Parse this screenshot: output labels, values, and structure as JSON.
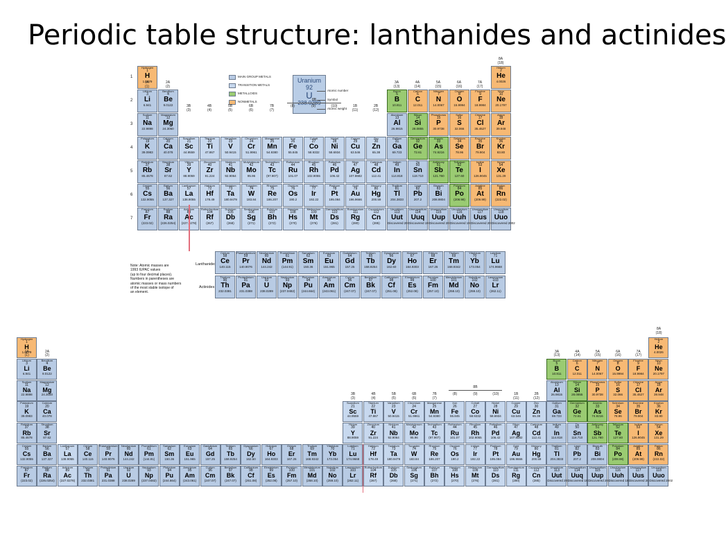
{
  "slide": {
    "title": "Periodic table structure: lanthanides and actinides"
  },
  "colors": {
    "main_group": "#b8cbe4",
    "transition": "#c7d8ee",
    "metalloid": "#9acb72",
    "nonmetal": "#f7b974",
    "f_block": "#b8cbe4"
  },
  "table1": {
    "legend": [
      {
        "label": "MAIN GROUP METALS",
        "category": "main_group"
      },
      {
        "label": "TRANSITION METALS",
        "category": "transition"
      },
      {
        "label": "METALLOIDS",
        "category": "metalloid"
      },
      {
        "label": "NONMETALS",
        "category": "nonmetal"
      }
    ],
    "key": {
      "name": "Uranium",
      "number": "92",
      "symbol": "U",
      "mass": "238.0289",
      "number_label": "Atomic number",
      "symbol_label": "Symbol",
      "mass_label": "Atomic weight"
    },
    "note": "Note: Atomic masses are\n1993 IUPAC values\n(up to four decimal places).\nNumbers in parentheses are\natomic masses or mass numbers\nof the most stable isotope of\nan element.",
    "lanthanides_label": "Lanthanides",
    "actinides_label": "Actinides"
  },
  "periods": [
    "1",
    "2",
    "3",
    "4",
    "5",
    "6",
    "7"
  ],
  "group_headers": {
    "1": "1A\n(1)",
    "2": "2A\n(2)",
    "3": "3B\n(3)",
    "4": "4B\n(4)",
    "5": "5B\n(5)",
    "6": "6B\n(6)",
    "7": "7B\n(7)",
    "8": "(8)",
    "9": "(9)",
    "10": "(10)",
    "11": "1B\n(11)",
    "12": "2B\n(12)",
    "13": "3A\n(13)",
    "14": "4A\n(14)",
    "15": "5A\n(15)",
    "16": "6A\n(16)",
    "17": "7A\n(17)",
    "18": "8A\n(18)",
    "8B": "8B"
  },
  "elements": [
    {
      "p": 1,
      "g": 1,
      "z": "1",
      "s": "H",
      "n": "Hydrogen",
      "m": "1.0079",
      "c": "nonmetal"
    },
    {
      "p": 1,
      "g": 18,
      "z": "2",
      "s": "He",
      "n": "Helium",
      "m": "4.0026",
      "c": "nonmetal"
    },
    {
      "p": 2,
      "g": 1,
      "z": "3",
      "s": "Li",
      "n": "Lithium",
      "m": "6.941",
      "c": "main_group"
    },
    {
      "p": 2,
      "g": 2,
      "z": "4",
      "s": "Be",
      "n": "Beryllium",
      "m": "9.0122",
      "c": "main_group"
    },
    {
      "p": 2,
      "g": 13,
      "z": "5",
      "s": "B",
      "n": "Boron",
      "m": "10.811",
      "c": "metalloid"
    },
    {
      "p": 2,
      "g": 14,
      "z": "6",
      "s": "C",
      "n": "Carbon",
      "m": "12.011",
      "c": "nonmetal"
    },
    {
      "p": 2,
      "g": 15,
      "z": "7",
      "s": "N",
      "n": "Nitrogen",
      "m": "14.0067",
      "c": "nonmetal"
    },
    {
      "p": 2,
      "g": 16,
      "z": "8",
      "s": "O",
      "n": "Oxygen",
      "m": "15.9994",
      "c": "nonmetal"
    },
    {
      "p": 2,
      "g": 17,
      "z": "9",
      "s": "F",
      "n": "Fluorine",
      "m": "18.9984",
      "c": "nonmetal"
    },
    {
      "p": 2,
      "g": 18,
      "z": "10",
      "s": "Ne",
      "n": "Neon",
      "m": "20.1797",
      "c": "nonmetal"
    },
    {
      "p": 3,
      "g": 1,
      "z": "11",
      "s": "Na",
      "n": "Sodium",
      "m": "22.9898",
      "c": "main_group"
    },
    {
      "p": 3,
      "g": 2,
      "z": "12",
      "s": "Mg",
      "n": "Magnesium",
      "m": "24.3050",
      "c": "main_group"
    },
    {
      "p": 3,
      "g": 13,
      "z": "13",
      "s": "Al",
      "n": "Aluminum",
      "m": "26.9815",
      "c": "main_group"
    },
    {
      "p": 3,
      "g": 14,
      "z": "14",
      "s": "Si",
      "n": "Silicon",
      "m": "28.0855",
      "c": "metalloid"
    },
    {
      "p": 3,
      "g": 15,
      "z": "15",
      "s": "P",
      "n": "Phosphorus",
      "m": "30.9738",
      "c": "nonmetal"
    },
    {
      "p": 3,
      "g": 16,
      "z": "16",
      "s": "S",
      "n": "Sulfur",
      "m": "32.066",
      "c": "nonmetal"
    },
    {
      "p": 3,
      "g": 17,
      "z": "17",
      "s": "Cl",
      "n": "Chlorine",
      "m": "35.4527",
      "c": "nonmetal"
    },
    {
      "p": 3,
      "g": 18,
      "z": "18",
      "s": "Ar",
      "n": "Argon",
      "m": "39.948",
      "c": "nonmetal"
    },
    {
      "p": 4,
      "g": 1,
      "z": "19",
      "s": "K",
      "n": "Potassium",
      "m": "39.0983",
      "c": "main_group"
    },
    {
      "p": 4,
      "g": 2,
      "z": "20",
      "s": "Ca",
      "n": "Calcium",
      "m": "40.078",
      "c": "main_group"
    },
    {
      "p": 4,
      "g": 3,
      "z": "21",
      "s": "Sc",
      "n": "Scandium",
      "m": "44.9559",
      "c": "transition"
    },
    {
      "p": 4,
      "g": 4,
      "z": "22",
      "s": "Ti",
      "n": "Titanium",
      "m": "47.867",
      "c": "transition"
    },
    {
      "p": 4,
      "g": 5,
      "z": "23",
      "s": "V",
      "n": "Vanadium",
      "m": "50.9415",
      "c": "transition"
    },
    {
      "p": 4,
      "g": 6,
      "z": "24",
      "s": "Cr",
      "n": "Chromium",
      "m": "51.9961",
      "c": "transition"
    },
    {
      "p": 4,
      "g": 7,
      "z": "25",
      "s": "Mn",
      "n": "Manganese",
      "m": "54.9380",
      "c": "transition"
    },
    {
      "p": 4,
      "g": 8,
      "z": "26",
      "s": "Fe",
      "n": "Iron",
      "m": "55.845",
      "c": "transition"
    },
    {
      "p": 4,
      "g": 9,
      "z": "27",
      "s": "Co",
      "n": "Cobalt",
      "m": "58.9332",
      "c": "transition"
    },
    {
      "p": 4,
      "g": 10,
      "z": "28",
      "s": "Ni",
      "n": "Nickel",
      "m": "58.6934",
      "c": "transition"
    },
    {
      "p": 4,
      "g": 11,
      "z": "29",
      "s": "Cu",
      "n": "Copper",
      "m": "63.546",
      "c": "transition"
    },
    {
      "p": 4,
      "g": 12,
      "z": "30",
      "s": "Zn",
      "n": "Zinc",
      "m": "65.38",
      "c": "transition"
    },
    {
      "p": 4,
      "g": 13,
      "z": "31",
      "s": "Ga",
      "n": "Gallium",
      "m": "69.723",
      "c": "main_group"
    },
    {
      "p": 4,
      "g": 14,
      "z": "32",
      "s": "Ge",
      "n": "Germanium",
      "m": "72.61",
      "c": "metalloid"
    },
    {
      "p": 4,
      "g": 15,
      "z": "33",
      "s": "As",
      "n": "Arsenic",
      "m": "74.9216",
      "c": "metalloid"
    },
    {
      "p": 4,
      "g": 16,
      "z": "34",
      "s": "Se",
      "n": "Selenium",
      "m": "78.96",
      "c": "nonmetal"
    },
    {
      "p": 4,
      "g": 17,
      "z": "35",
      "s": "Br",
      "n": "Bromine",
      "m": "79.904",
      "c": "nonmetal"
    },
    {
      "p": 4,
      "g": 18,
      "z": "36",
      "s": "Kr",
      "n": "Krypton",
      "m": "83.80",
      "c": "nonmetal"
    },
    {
      "p": 5,
      "g": 1,
      "z": "37",
      "s": "Rb",
      "n": "Rubidium",
      "m": "85.4678",
      "c": "main_group"
    },
    {
      "p": 5,
      "g": 2,
      "z": "38",
      "s": "Sr",
      "n": "Strontium",
      "m": "87.62",
      "c": "main_group"
    },
    {
      "p": 5,
      "g": 3,
      "z": "39",
      "s": "Y",
      "n": "Yttrium",
      "m": "88.9059",
      "c": "transition"
    },
    {
      "p": 5,
      "g": 4,
      "z": "40",
      "s": "Zr",
      "n": "Zirconium",
      "m": "91.224",
      "c": "transition"
    },
    {
      "p": 5,
      "g": 5,
      "z": "41",
      "s": "Nb",
      "n": "Niobium",
      "m": "92.9064",
      "c": "transition"
    },
    {
      "p": 5,
      "g": 6,
      "z": "42",
      "s": "Mo",
      "n": "Molybdenum",
      "m": "95.96",
      "c": "transition"
    },
    {
      "p": 5,
      "g": 7,
      "z": "43",
      "s": "Tc",
      "n": "Technetium",
      "m": "(97.907)",
      "c": "transition"
    },
    {
      "p": 5,
      "g": 8,
      "z": "44",
      "s": "Ru",
      "n": "Ruthenium",
      "m": "101.07",
      "c": "transition"
    },
    {
      "p": 5,
      "g": 9,
      "z": "45",
      "s": "Rh",
      "n": "Rhodium",
      "m": "102.9055",
      "c": "transition"
    },
    {
      "p": 5,
      "g": 10,
      "z": "46",
      "s": "Pd",
      "n": "Palladium",
      "m": "106.42",
      "c": "transition"
    },
    {
      "p": 5,
      "g": 11,
      "z": "47",
      "s": "Ag",
      "n": "Silver",
      "m": "107.8682",
      "c": "transition"
    },
    {
      "p": 5,
      "g": 12,
      "z": "48",
      "s": "Cd",
      "n": "Cadmium",
      "m": "112.41",
      "c": "transition"
    },
    {
      "p": 5,
      "g": 13,
      "z": "49",
      "s": "In",
      "n": "Indium",
      "m": "114.818",
      "c": "main_group"
    },
    {
      "p": 5,
      "g": 14,
      "z": "50",
      "s": "Sn",
      "n": "Tin",
      "m": "118.710",
      "c": "main_group"
    },
    {
      "p": 5,
      "g": 15,
      "z": "51",
      "s": "Sb",
      "n": "Antimony",
      "m": "121.760",
      "c": "metalloid"
    },
    {
      "p": 5,
      "g": 16,
      "z": "52",
      "s": "Te",
      "n": "Tellurium",
      "m": "127.60",
      "c": "metalloid"
    },
    {
      "p": 5,
      "g": 17,
      "z": "53",
      "s": "I",
      "n": "Iodine",
      "m": "126.9045",
      "c": "nonmetal"
    },
    {
      "p": 5,
      "g": 18,
      "z": "54",
      "s": "Xe",
      "n": "Xenon",
      "m": "131.29",
      "c": "nonmetal"
    },
    {
      "p": 6,
      "g": 1,
      "z": "55",
      "s": "Cs",
      "n": "Cesium",
      "m": "132.9055",
      "c": "main_group"
    },
    {
      "p": 6,
      "g": 2,
      "z": "56",
      "s": "Ba",
      "n": "Barium",
      "m": "137.327",
      "c": "main_group"
    },
    {
      "p": 6,
      "g": 3,
      "z": "57",
      "s": "La",
      "n": "Lanthanum",
      "m": "138.9055",
      "c": "transition"
    },
    {
      "p": 6,
      "g": 4,
      "z": "72",
      "s": "Hf",
      "n": "Hafnium",
      "m": "178.49",
      "c": "transition"
    },
    {
      "p": 6,
      "g": 5,
      "z": "73",
      "s": "Ta",
      "n": "Tantalum",
      "m": "180.9479",
      "c": "transition"
    },
    {
      "p": 6,
      "g": 6,
      "z": "74",
      "s": "W",
      "n": "Tungsten",
      "m": "183.84",
      "c": "transition"
    },
    {
      "p": 6,
      "g": 7,
      "z": "75",
      "s": "Re",
      "n": "Rhenium",
      "m": "186.207",
      "c": "transition"
    },
    {
      "p": 6,
      "g": 8,
      "z": "76",
      "s": "Os",
      "n": "Osmium",
      "m": "190.2",
      "c": "transition"
    },
    {
      "p": 6,
      "g": 9,
      "z": "77",
      "s": "Ir",
      "n": "Iridium",
      "m": "192.22",
      "c": "transition"
    },
    {
      "p": 6,
      "g": 10,
      "z": "78",
      "s": "Pt",
      "n": "Platinum",
      "m": "195.084",
      "c": "transition"
    },
    {
      "p": 6,
      "g": 11,
      "z": "79",
      "s": "Au",
      "n": "Gold",
      "m": "196.9666",
      "c": "transition"
    },
    {
      "p": 6,
      "g": 12,
      "z": "80",
      "s": "Hg",
      "n": "Mercury",
      "m": "200.59",
      "c": "transition"
    },
    {
      "p": 6,
      "g": 13,
      "z": "81",
      "s": "Tl",
      "n": "Thallium",
      "m": "204.3833",
      "c": "main_group"
    },
    {
      "p": 6,
      "g": 14,
      "z": "82",
      "s": "Pb",
      "n": "Lead",
      "m": "207.2",
      "c": "main_group"
    },
    {
      "p": 6,
      "g": 15,
      "z": "83",
      "s": "Bi",
      "n": "Bismuth",
      "m": "208.9804",
      "c": "main_group"
    },
    {
      "p": 6,
      "g": 16,
      "z": "84",
      "s": "Po",
      "n": "Polonium",
      "m": "(208.98)",
      "c": "metalloid"
    },
    {
      "p": 6,
      "g": 17,
      "z": "85",
      "s": "At",
      "n": "Astatine",
      "m": "(209.99)",
      "c": "nonmetal"
    },
    {
      "p": 6,
      "g": 18,
      "z": "86",
      "s": "Rn",
      "n": "Radon",
      "m": "(222.02)",
      "c": "nonmetal"
    },
    {
      "p": 7,
      "g": 1,
      "z": "87",
      "s": "Fr",
      "n": "Francium",
      "m": "(223.02)",
      "c": "main_group"
    },
    {
      "p": 7,
      "g": 2,
      "z": "88",
      "s": "Ra",
      "n": "Radium",
      "m": "(226.0254)",
      "c": "main_group"
    },
    {
      "p": 7,
      "g": 3,
      "z": "89",
      "s": "Ac",
      "n": "Actinium",
      "m": "(227.0278)",
      "c": "transition"
    },
    {
      "p": 7,
      "g": 4,
      "z": "104",
      "s": "Rf",
      "n": "Rutherfordium",
      "m": "(267)",
      "c": "transition"
    },
    {
      "p": 7,
      "g": 5,
      "z": "105",
      "s": "Db",
      "n": "Dubnium",
      "m": "(268)",
      "c": "transition"
    },
    {
      "p": 7,
      "g": 6,
      "z": "106",
      "s": "Sg",
      "n": "Seaborgium",
      "m": "(271)",
      "c": "transition"
    },
    {
      "p": 7,
      "g": 7,
      "z": "107",
      "s": "Bh",
      "n": "Bohrium",
      "m": "(272)",
      "c": "transition"
    },
    {
      "p": 7,
      "g": 8,
      "z": "108",
      "s": "Hs",
      "n": "Hassium",
      "m": "(270)",
      "c": "transition"
    },
    {
      "p": 7,
      "g": 9,
      "z": "109",
      "s": "Mt",
      "n": "Meitnerium",
      "m": "(276)",
      "c": "transition"
    },
    {
      "p": 7,
      "g": 10,
      "z": "110",
      "s": "Ds",
      "n": "Darmstadtium",
      "m": "(281)",
      "c": "transition"
    },
    {
      "p": 7,
      "g": 11,
      "z": "111",
      "s": "Rg",
      "n": "Roentgenium",
      "m": "(280)",
      "c": "transition"
    },
    {
      "p": 7,
      "g": 12,
      "z": "112",
      "s": "Cn",
      "n": "Copernicium",
      "m": "(285)",
      "c": "transition"
    },
    {
      "p": 7,
      "g": 13,
      "z": "113",
      "s": "Uut",
      "n": "Ununtrium",
      "m": "Discovered 2004",
      "c": "main_group"
    },
    {
      "p": 7,
      "g": 14,
      "z": "114",
      "s": "Uuq",
      "n": "Ununquadium",
      "m": "Discovered 1999",
      "c": "main_group"
    },
    {
      "p": 7,
      "g": 15,
      "z": "115",
      "s": "Uup",
      "n": "Ununpentium",
      "m": "Discovered 2004",
      "c": "main_group"
    },
    {
      "p": 7,
      "g": 16,
      "z": "116",
      "s": "Uuh",
      "n": "Ununhexium",
      "m": "Discovered 1999",
      "c": "main_group"
    },
    {
      "p": 7,
      "g": 17,
      "z": "117",
      "s": "Uus",
      "n": "Ununseptium",
      "m": "Discovered 2010",
      "c": "main_group"
    },
    {
      "p": 7,
      "g": 18,
      "z": "118",
      "s": "Uuo",
      "n": "Ununoctium",
      "m": "Discovered 2002",
      "c": "main_group"
    }
  ],
  "lanthanides": [
    {
      "z": "58",
      "s": "Ce",
      "n": "Cerium",
      "m": "140.115"
    },
    {
      "z": "59",
      "s": "Pr",
      "n": "Praseodymium",
      "m": "140.9076"
    },
    {
      "z": "60",
      "s": "Nd",
      "n": "Neodymium",
      "m": "144.242"
    },
    {
      "z": "61",
      "s": "Pm",
      "n": "Promethium",
      "m": "(144.91)"
    },
    {
      "z": "62",
      "s": "Sm",
      "n": "Samarium",
      "m": "150.36"
    },
    {
      "z": "63",
      "s": "Eu",
      "n": "Europium",
      "m": "151.965"
    },
    {
      "z": "64",
      "s": "Gd",
      "n": "Gadolinium",
      "m": "157.25"
    },
    {
      "z": "65",
      "s": "Tb",
      "n": "Terbium",
      "m": "158.9254"
    },
    {
      "z": "66",
      "s": "Dy",
      "n": "Dysprosium",
      "m": "162.50"
    },
    {
      "z": "67",
      "s": "Ho",
      "n": "Holmium",
      "m": "164.9303"
    },
    {
      "z": "68",
      "s": "Er",
      "n": "Erbium",
      "m": "167.26"
    },
    {
      "z": "69",
      "s": "Tm",
      "n": "Thulium",
      "m": "168.9342"
    },
    {
      "z": "70",
      "s": "Yb",
      "n": "Ytterbium",
      "m": "173.054"
    },
    {
      "z": "71",
      "s": "Lu",
      "n": "Lutetium",
      "m": "174.9668"
    }
  ],
  "actinides": [
    {
      "z": "90",
      "s": "Th",
      "n": "Thorium",
      "m": "232.0381"
    },
    {
      "z": "91",
      "s": "Pa",
      "n": "Protactinium",
      "m": "231.0388"
    },
    {
      "z": "92",
      "s": "U",
      "n": "Uranium",
      "m": "238.0289"
    },
    {
      "z": "93",
      "s": "Np",
      "n": "Neptunium",
      "m": "(237.0482)"
    },
    {
      "z": "94",
      "s": "Pu",
      "n": "Plutonium",
      "m": "(244.664)"
    },
    {
      "z": "95",
      "s": "Am",
      "n": "Americium",
      "m": "(243.061)"
    },
    {
      "z": "96",
      "s": "Cm",
      "n": "Curium",
      "m": "(247.07)"
    },
    {
      "z": "97",
      "s": "Bk",
      "n": "Berkelium",
      "m": "(247.07)"
    },
    {
      "z": "98",
      "s": "Cf",
      "n": "Californium",
      "m": "(251.08)"
    },
    {
      "z": "99",
      "s": "Es",
      "n": "Einsteinium",
      "m": "(252.08)"
    },
    {
      "z": "100",
      "s": "Fm",
      "n": "Fermium",
      "m": "(257.10)"
    },
    {
      "z": "101",
      "s": "Md",
      "n": "Mendelevium",
      "m": "(258.10)"
    },
    {
      "z": "102",
      "s": "No",
      "n": "Nobelium",
      "m": "(259.10)"
    },
    {
      "z": "103",
      "s": "Lr",
      "n": "Lawrencium",
      "m": "(262.11)"
    }
  ]
}
